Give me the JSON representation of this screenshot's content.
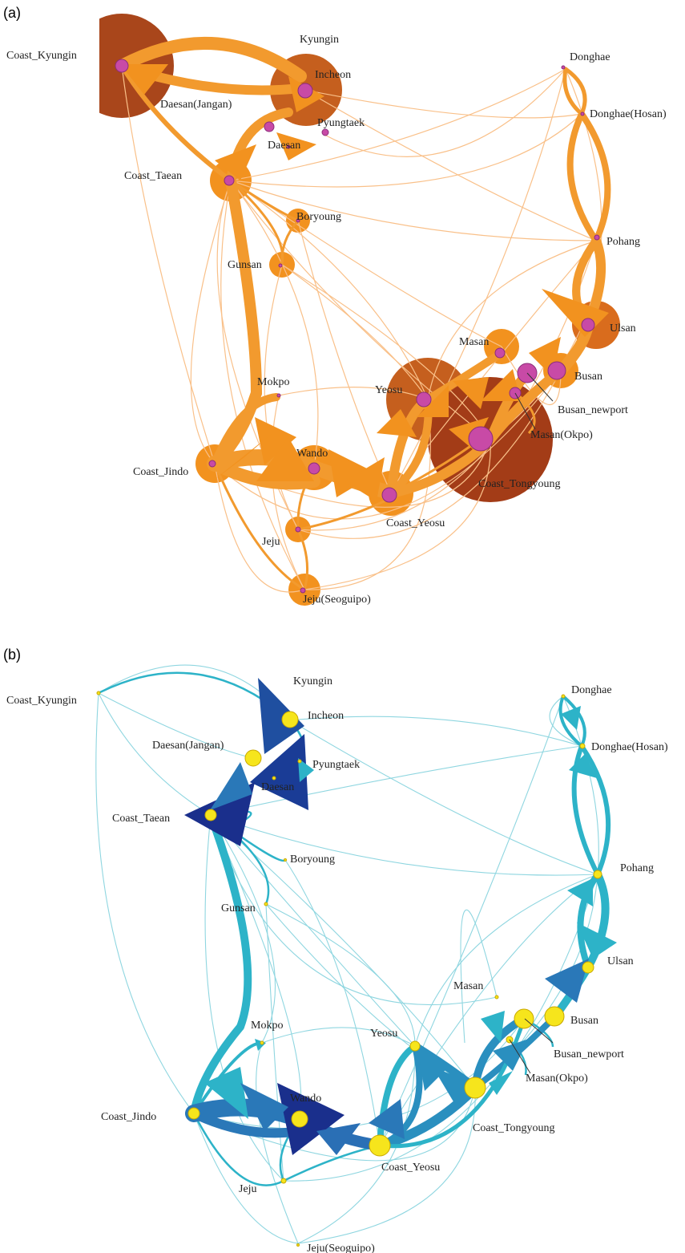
{
  "panels": [
    {
      "id": "a",
      "label": "(a)",
      "colors": {
        "edge_light": "#f9c089",
        "edge": "#f29a2e",
        "circle": "#f2921f",
        "node": "#c84aa6",
        "node_stroke": "#8c2d7a",
        "circle_dark": "#c2571d",
        "circle_darker": "#a03d16"
      }
    },
    {
      "id": "b",
      "label": "(b)",
      "colors": {
        "edge_light": "#8fd6e0",
        "edge": "#2db3c8",
        "edge_mid": "#2a8fbf",
        "edge_dark": "#1f4fa0",
        "edge_darkest": "#1a2f8c",
        "node": "#f6e51c",
        "node_stroke": "#c9a800"
      }
    }
  ],
  "ports": {
    "coast_kyungin": "Coast_Kyungin",
    "kyungin": "Kyungin",
    "incheon": "Incheon",
    "daesan_jangan": "Daesan(Jangan)",
    "pyungtaek": "Pyungtaek",
    "daesan": "Daesan",
    "coast_taean": "Coast_Taean",
    "boryoung": "Boryoung",
    "gunsan": "Gunsan",
    "mokpo": "Mokpo",
    "coast_jindo": "Coast_Jindo",
    "wando": "Wando",
    "jeju": "Jeju",
    "jeju_seoguipo": "Jeju(Seoguipo)",
    "yeosu": "Yeosu",
    "coast_yeosu": "Coast_Yeosu",
    "coast_tongyoung": "Coast_Tongyoung",
    "masan": "Masan",
    "masan_okpo": "Masan(Okpo)",
    "busan": "Busan",
    "busan_newport": "Busan_newport",
    "ulsan": "Ulsan",
    "pohang": "Pohang",
    "donghae": "Donghae",
    "donghae_hosan": "Donghae(Hosan)"
  }
}
